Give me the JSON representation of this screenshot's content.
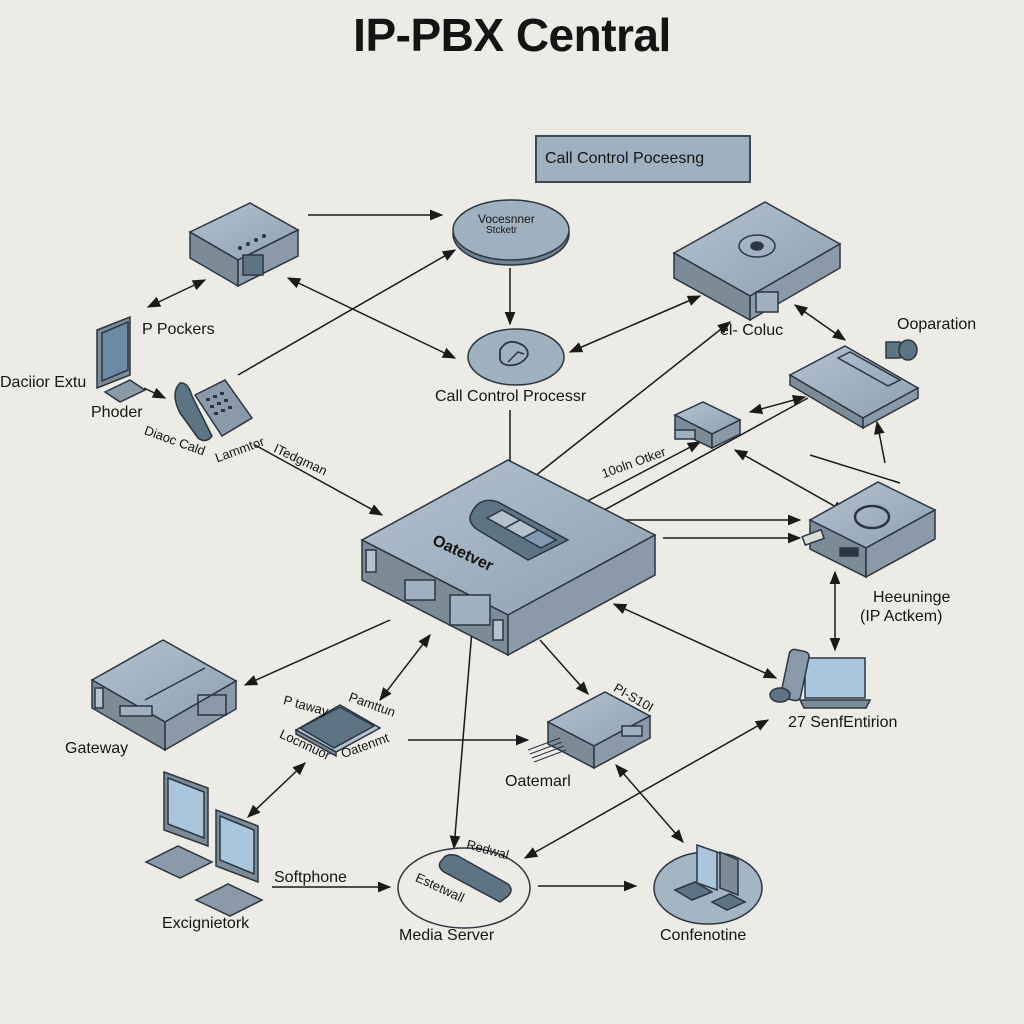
{
  "title": "IP-PBX Central",
  "colors": {
    "background": "#ecebe6",
    "device_top": "#9fb0bf",
    "device_side": "#7c8b98",
    "device_dark": "#5d7485",
    "screen": "#a9c6dc",
    "outline": "#2b3640",
    "arrow": "#1a1a1a"
  },
  "header_box": {
    "label": "Call Control Poceesng"
  },
  "nodes": {
    "voice_processor": {
      "line1": "Vocesnner",
      "line2": "Stcketr"
    },
    "call_control_processor": {
      "label": "Call Control Processr"
    },
    "top_router": {
      "label": "P Pockers"
    },
    "desktop_pc": {
      "label_left": "Daciior Extu",
      "label_below": "Phoder"
    },
    "desk_phone": {
      "label_a": "Diaoc Cald",
      "label_b": "Lammtor",
      "label_c": "ITedgman"
    },
    "top_right_server": {
      "label": "el- Coluc"
    },
    "operation_switch": {
      "label": "Ooparation"
    },
    "small_module": {
      "label": "10oln Otker"
    },
    "central_server": {
      "label": "Oatetver"
    },
    "ip_system": {
      "label1": "Heeuninge",
      "label2": "(IP Actkem)"
    },
    "mobile_laptop": {
      "label": "27 SenfEntirion"
    },
    "gateway": {
      "label": "Gateway"
    },
    "chip": {
      "label_a": "P taway",
      "label_b": "Pamttun",
      "label_c": "Locnnuor",
      "label_d": "Oatenmt"
    },
    "adapter": {
      "label_top": "PI-S10I",
      "label_below": "Oatemarl"
    },
    "workstations": {
      "label": "Excignietork"
    },
    "softphone_link": {
      "label": "Softphone"
    },
    "media_server": {
      "label_top": "Redwal",
      "label_inner": "Estetwall",
      "label_below": "Media Server"
    },
    "conference": {
      "label": "Confenotine"
    }
  }
}
